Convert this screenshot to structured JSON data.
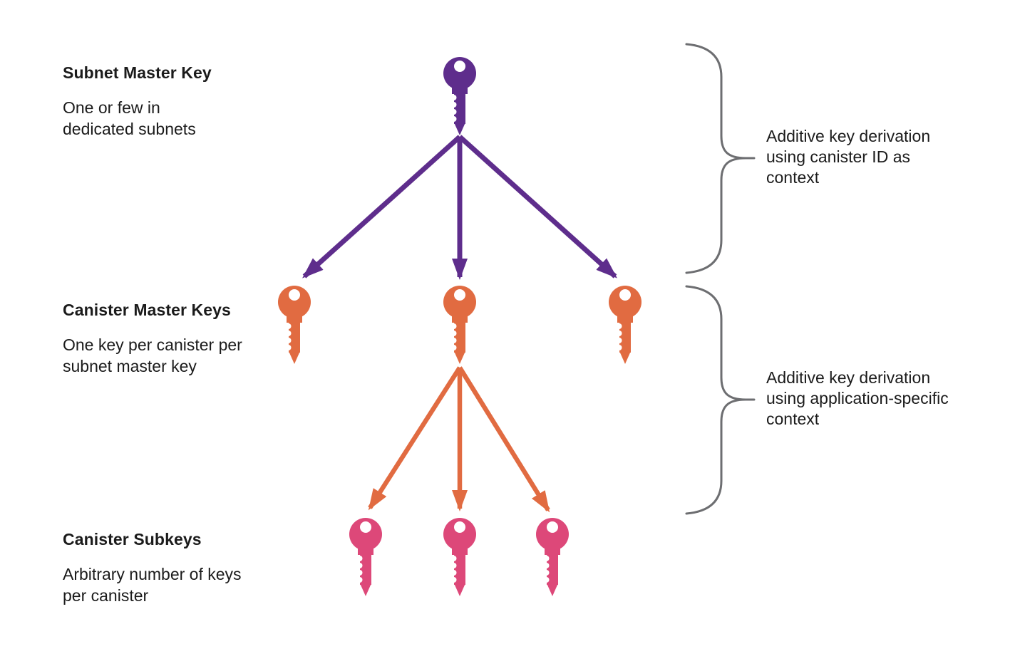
{
  "colors": {
    "subnet_key": "#5E2D8C",
    "canister_master_key": "#E16B41",
    "canister_subkey": "#DD4879",
    "arrow_level1": "#5E2D8C",
    "arrow_level2": "#E16B41",
    "brace": "#6D6E71",
    "text": "#1B1B1B",
    "background": "#FFFFFF"
  },
  "levels": [
    {
      "title": "Subnet Master Key",
      "description": "One or few in\ndedicated subnets",
      "key_count": 1
    },
    {
      "title": "Canister Master Keys",
      "description": "One key per canister per\nsubnet master key",
      "key_count": 3
    },
    {
      "title": "Canister Subkeys",
      "description": "Arbitrary number of keys\nper canister",
      "key_count": 3
    }
  ],
  "annotations": [
    {
      "text": "Additive key derivation\nusing canister ID as\ncontext"
    },
    {
      "text": "Additive key derivation\nusing application-specific\ncontext"
    }
  ]
}
